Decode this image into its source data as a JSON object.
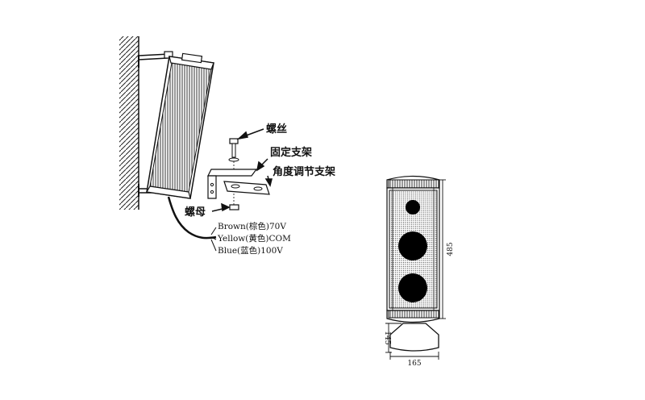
{
  "labels": {
    "screw": "螺丝",
    "fixed_bracket": "固定支架",
    "angle_bracket": "角度调节支架",
    "nut": "螺母"
  },
  "wires": [
    {
      "text": "Brown(棕色)70V"
    },
    {
      "text": "Yellow(黄色)COM"
    },
    {
      "text": "Blue(蓝色)100V"
    }
  ],
  "dimensions": {
    "height": "485",
    "depth": "145",
    "width": "165"
  },
  "colors": {
    "line": "#111111",
    "driver": "#000000",
    "grille": "#777777"
  }
}
